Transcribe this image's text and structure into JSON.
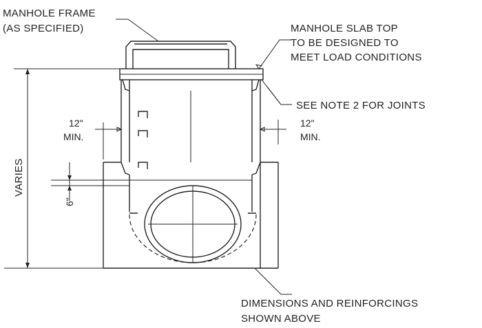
{
  "labels": {
    "frame_line1": "MANHOLE FRAME",
    "frame_line2": "(AS SPECIFIED)",
    "slab_line1": "MANHOLE SLAB TOP",
    "slab_line2": "TO BE DESIGNED TO",
    "slab_line3": "MEET LOAD CONDITIONS",
    "joints_note": "SEE NOTE 2 FOR JOINTS",
    "left_dim_value": "12\"",
    "left_dim_unit": "MIN.",
    "right_dim_value": "12\"",
    "right_dim_unit": "MIN.",
    "height_dim": "VARIES",
    "step_dim": "6\"",
    "base_line1": "DIMENSIONS AND REINFORCINGS",
    "base_line2": "SHOWN ABOVE"
  },
  "colors": {
    "line": "#222222",
    "background": "#ffffff"
  }
}
